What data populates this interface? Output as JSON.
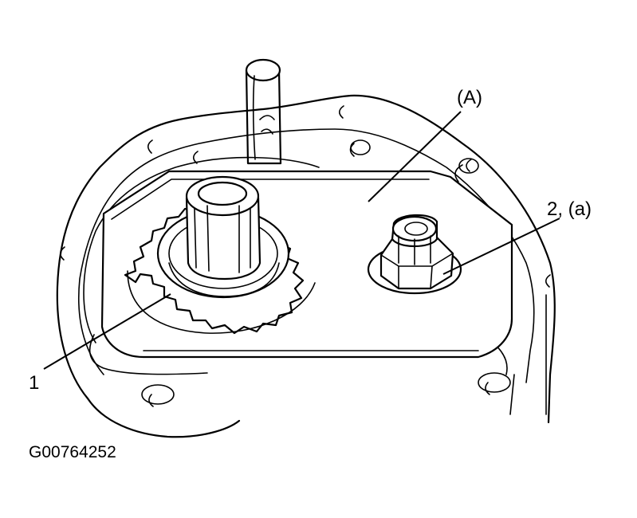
{
  "labels": {
    "cover": "(A)",
    "bolt": "2, (a)",
    "gear": "1"
  },
  "figure_code": "G00764252"
}
